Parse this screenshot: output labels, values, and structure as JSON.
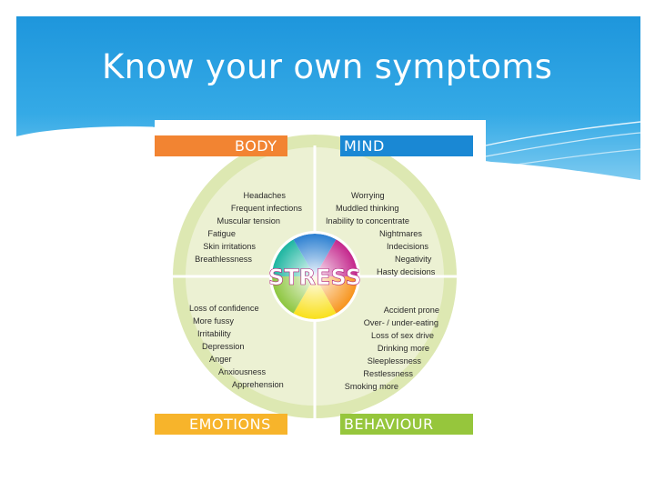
{
  "slide": {
    "title": "Know your own symptoms"
  },
  "colors": {
    "title_band": "#2aa2e2",
    "body": "#f28432",
    "mind": "#1a88d4",
    "emotions": "#f7b42b",
    "behaviour": "#96c63c",
    "ring": "#dde8b2",
    "inner": "#ecf1d3"
  },
  "diagram": {
    "center_label": "STRESS",
    "quadrants": {
      "body": {
        "label": "BODY",
        "symptoms": [
          "Headaches",
          "Frequent infections",
          "Muscular tension",
          "Fatigue",
          "Skin irritations",
          "Breathlessness"
        ]
      },
      "mind": {
        "label": "MIND",
        "symptoms": [
          "Worrying",
          "Muddled thinking",
          "Inability to concentrate",
          "Nightmares",
          "Indecisions",
          "Negativity",
          "Hasty decisions"
        ]
      },
      "emotions": {
        "label": "EMOTIONS",
        "symptoms": [
          "Loss of confidence",
          "More fussy",
          "Irritability",
          "Depression",
          "Anger",
          "Anxiousness",
          "Apprehension"
        ]
      },
      "behaviour": {
        "label": "BEHAVIOUR",
        "symptoms": [
          "Accident prone",
          "Over- / under-eating",
          "Loss of sex drive",
          "Drinking more",
          "Sleeplessness",
          "Restlessness",
          "Smoking more"
        ]
      }
    }
  }
}
